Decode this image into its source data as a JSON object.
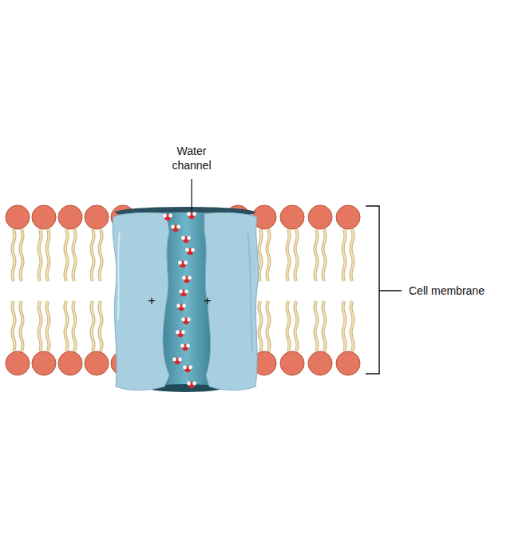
{
  "diagram": {
    "labels": [
      "Water channel",
      "Cell membrane",
      "+",
      "+"
    ]
  }
}
